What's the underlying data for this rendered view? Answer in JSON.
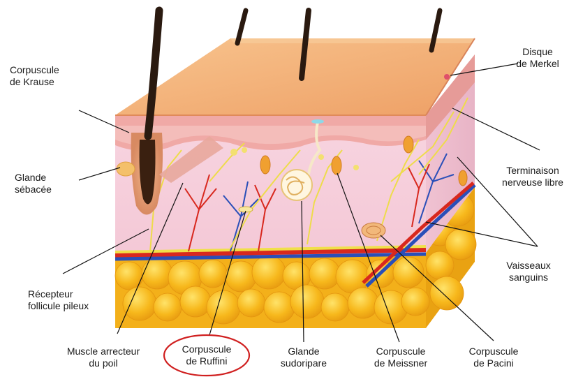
{
  "labels": {
    "krause": {
      "line1": "Corpuscule",
      "line2": "de Krause"
    },
    "glande_sebacee": {
      "line1": "Glande",
      "line2": "sébacée"
    },
    "recepteur": {
      "line1": "Récepteur",
      "line2": "follicule pileux"
    },
    "muscle": {
      "line1": "Muscle arrecteur",
      "line2": "du poil"
    },
    "ruffini": {
      "line1": "Corpuscule",
      "line2": "de Ruffini"
    },
    "sudoripare": {
      "line1": "Glande",
      "line2": "sudoripare"
    },
    "meissner": {
      "line1": "Corpuscule",
      "line2": "de Meissner"
    },
    "pacini": {
      "line1": "Corpuscule",
      "line2": "de Pacini"
    },
    "merkel": {
      "line1": "Disque",
      "line2": "de Merkel"
    },
    "terminaison": {
      "line1": "Terminaison",
      "line2": "nerveuse libre"
    },
    "vaisseaux": {
      "line1": "Vaisseaux",
      "line2": "sanguins"
    }
  },
  "highlight": {
    "target": "ruffini",
    "color": "#d02020"
  },
  "colors": {
    "epidermis_top": "#f4b27a",
    "dermis": "#f7d9e2",
    "fat": "#f5b417",
    "artery": "#d8281e",
    "vein": "#2a4fb8",
    "nerve": "#f0e04a",
    "hair": "#2a1a10"
  }
}
